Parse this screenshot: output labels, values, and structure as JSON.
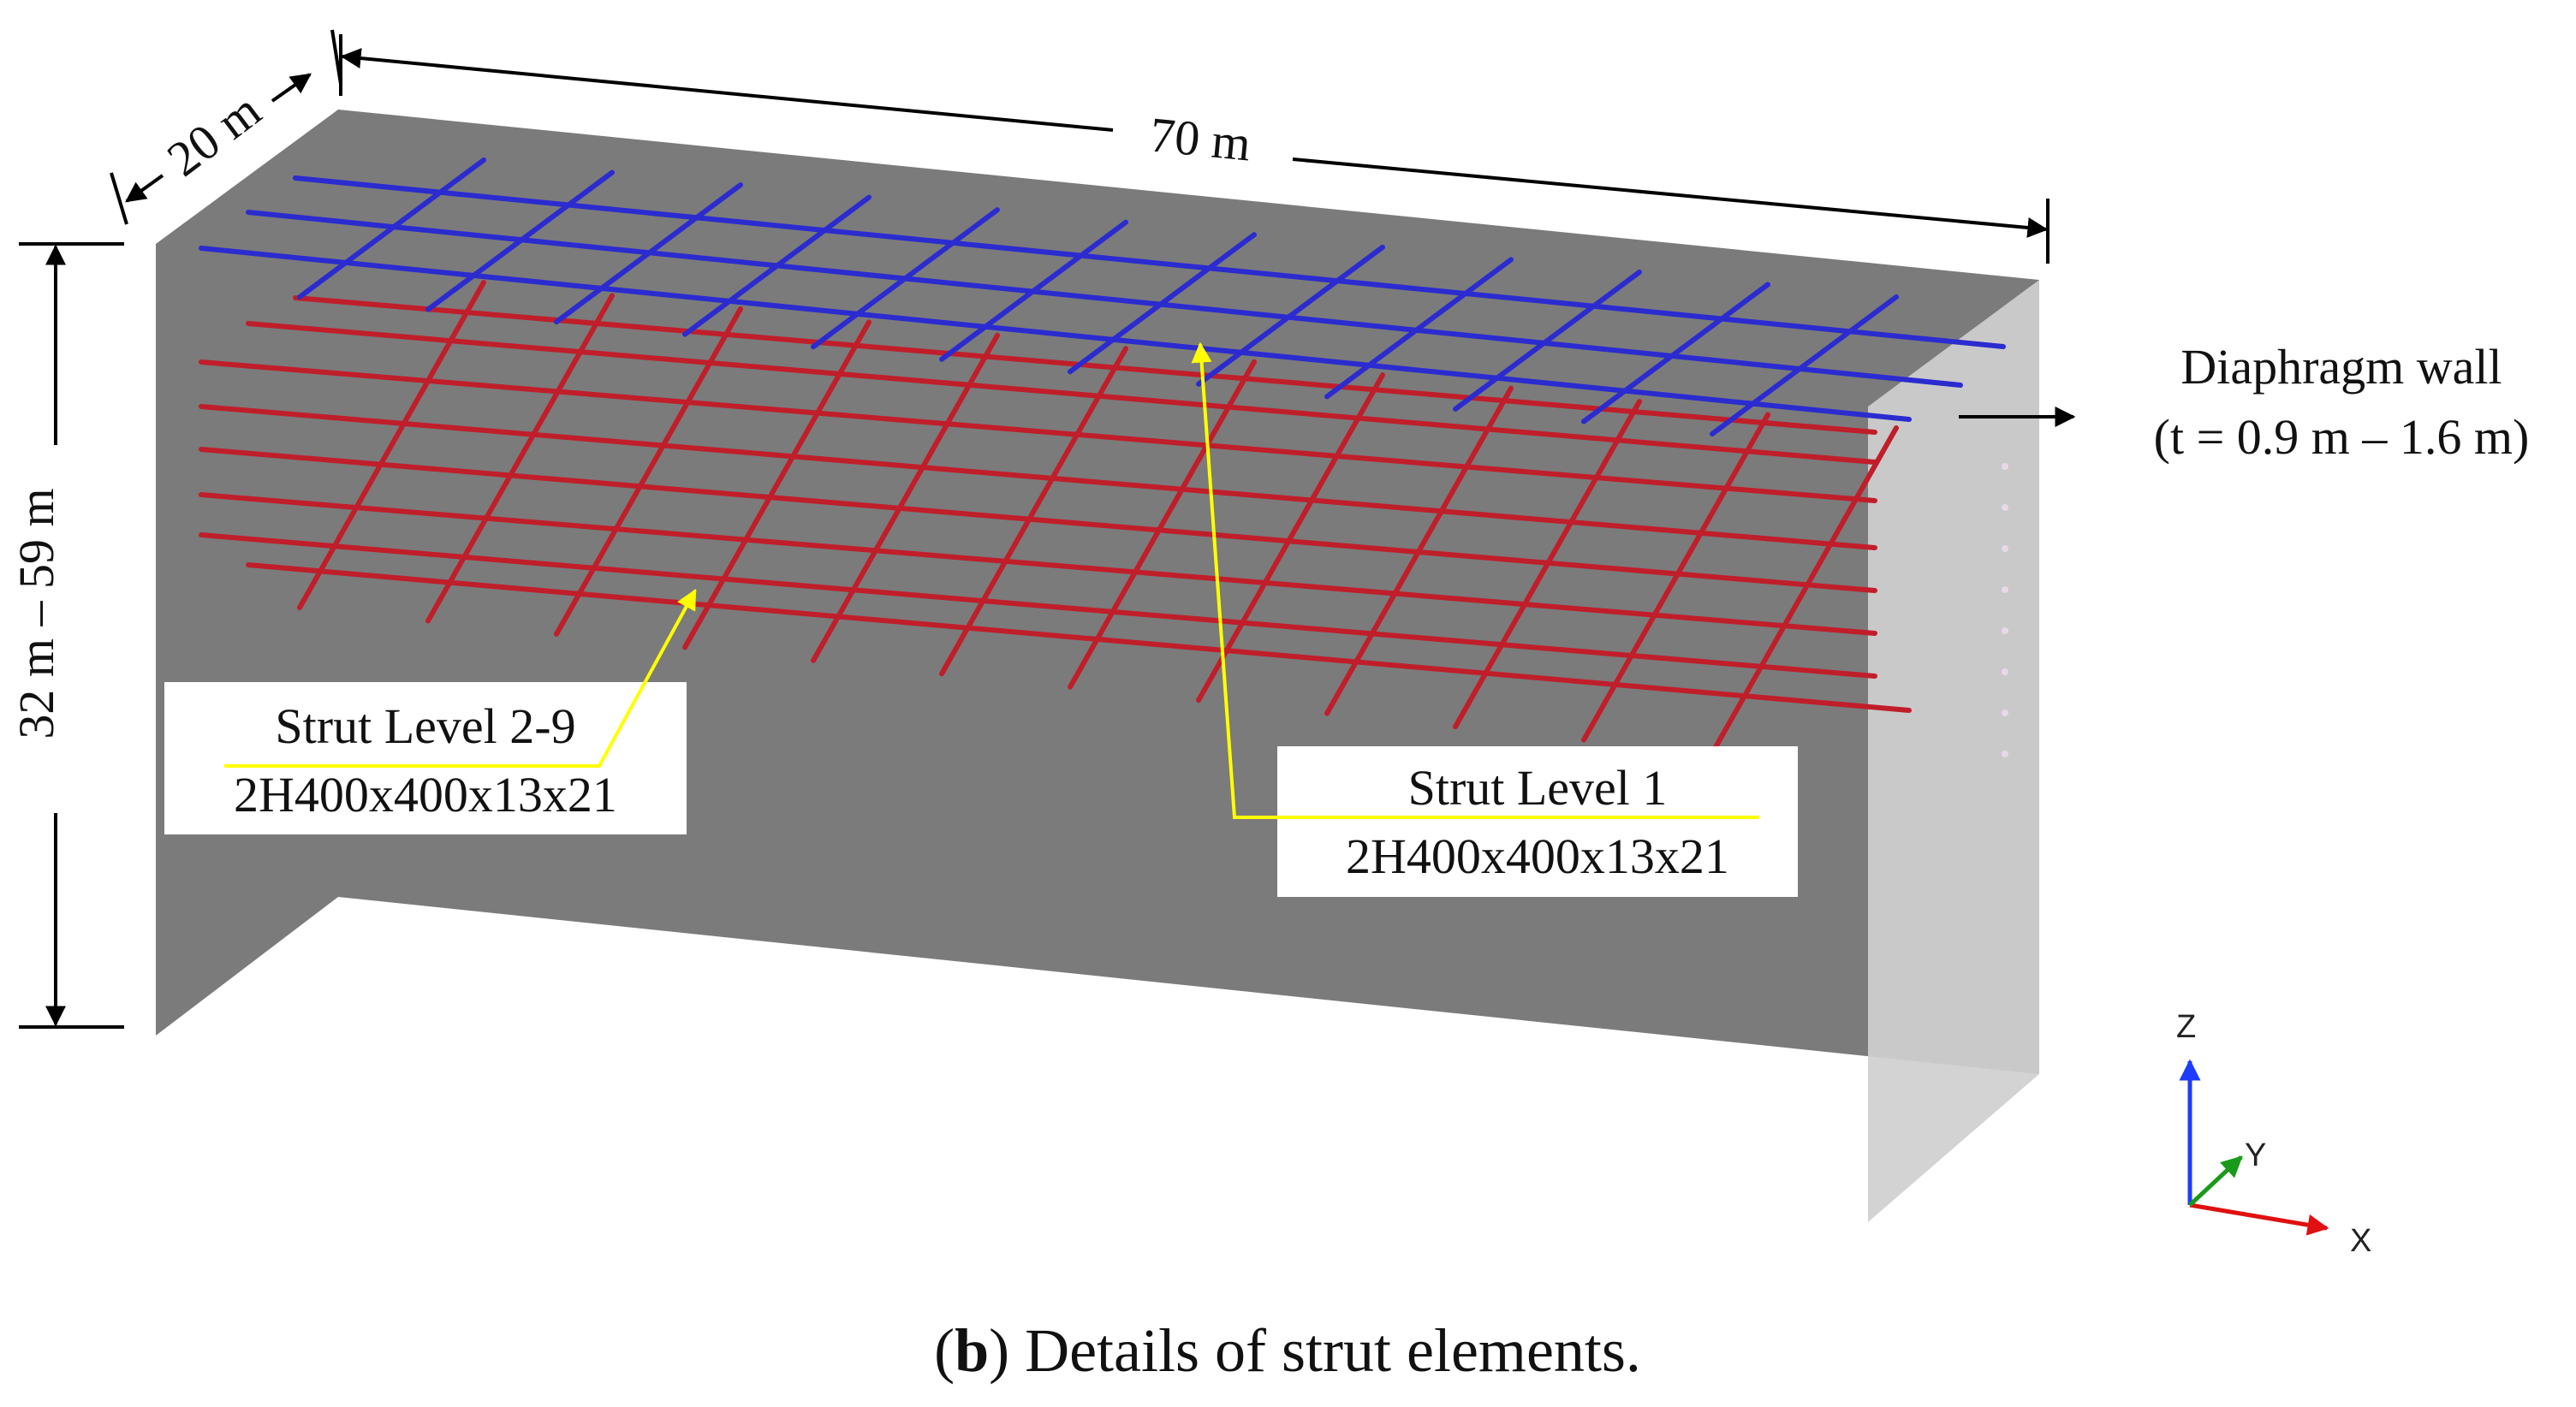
{
  "dimensions": {
    "width_label": "20 m",
    "length_label": "70 m",
    "depth_label": "32 m – 59 m"
  },
  "wall": {
    "title": "Diaphragm wall",
    "thickness": "(t = 0.9 m – 1.6 m)",
    "colors": {
      "back": "#7b7b7b",
      "side": "#d0d0d0"
    }
  },
  "struts": {
    "level1": {
      "name": "Strut Level  1",
      "section": "2H400x400x13x21",
      "color": "#2b2bd0"
    },
    "level2_9": {
      "name": "Strut Level  2-9",
      "section": "2H400x400x13x21",
      "color": "#c01e2a"
    },
    "leader_color": "#ffff00"
  },
  "axes": {
    "z": "Z",
    "y": "Y",
    "x": "X"
  },
  "caption": {
    "bold": "b",
    "open": "(",
    "close": ")",
    "text": " Details of strut elements."
  }
}
